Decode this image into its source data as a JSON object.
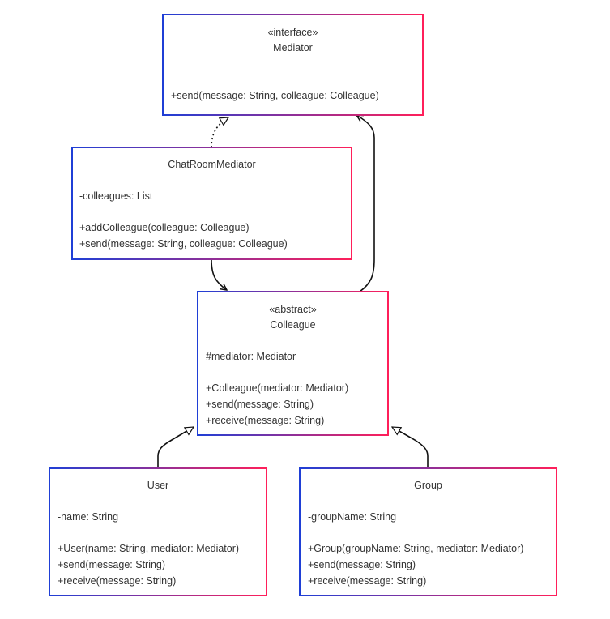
{
  "colors": {
    "border_start": "#1f3fd6",
    "border_end": "#ff1f5a",
    "edge": "#111111",
    "text": "#333333",
    "background": "#ffffff"
  },
  "classes": {
    "mediator": {
      "stereotype": "«interface»",
      "name": "Mediator",
      "attributes": [],
      "methods": [
        "+send(message: String, colleague: Colleague)"
      ]
    },
    "chat_room_mediator": {
      "name": "ChatRoomMediator",
      "attributes": [
        "-colleagues: List"
      ],
      "methods": [
        "+addColleague(colleague: Colleague)",
        "+send(message: String, colleague: Colleague)"
      ]
    },
    "colleague": {
      "stereotype": "«abstract»",
      "name": "Colleague",
      "attributes": [
        "#mediator: Mediator"
      ],
      "methods": [
        "+Colleague(mediator: Mediator)",
        "+send(message: String)",
        "+receive(message: String)"
      ]
    },
    "user": {
      "name": "User",
      "attributes": [
        "-name: String"
      ],
      "methods": [
        "+User(name: String, mediator: Mediator)",
        "+send(message: String)",
        "+receive(message: String)"
      ]
    },
    "group": {
      "name": "Group",
      "attributes": [
        "-groupName: String"
      ],
      "methods": [
        "+Group(groupName: String, mediator: Mediator)",
        "+send(message: String)",
        "+receive(message: String)"
      ]
    }
  },
  "relations": [
    {
      "from": "ChatRoomMediator",
      "to": "Mediator",
      "type": "realization"
    },
    {
      "from": "ChatRoomMediator",
      "to": "Colleague",
      "type": "association"
    },
    {
      "from": "Colleague",
      "to": "Mediator",
      "type": "association"
    },
    {
      "from": "User",
      "to": "Colleague",
      "type": "inheritance"
    },
    {
      "from": "Group",
      "to": "Colleague",
      "type": "inheritance"
    }
  ]
}
